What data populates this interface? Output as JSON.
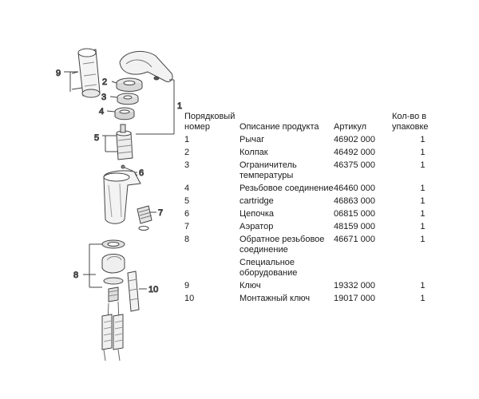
{
  "table": {
    "headers": {
      "number": "Порядковый номер",
      "description": "Описание продукта",
      "article": "Артикул",
      "quantity": "Кол-во в упаковке"
    },
    "rows": [
      {
        "number": "1",
        "description": "Рычаг",
        "article": "46902 000",
        "quantity": "1"
      },
      {
        "number": "2",
        "description": "Колпак",
        "article": "46492 000",
        "quantity": "1"
      },
      {
        "number": "3",
        "description": "Ограничитель температуры",
        "article": "46375 000",
        "quantity": "1"
      },
      {
        "number": "4",
        "description": "Резьбовое соединение",
        "article": "46460 000",
        "quantity": "1"
      },
      {
        "number": "5",
        "description": "cartridge",
        "article": "46863 000",
        "quantity": "1"
      },
      {
        "number": "6",
        "description": "Цепочка",
        "article": "06815 000",
        "quantity": "1"
      },
      {
        "number": "7",
        "description": "Аэратор",
        "article": "48159 000",
        "quantity": "1"
      },
      {
        "number": "8",
        "description": "Обратное резьбовое соединение",
        "article": "46671 000",
        "quantity": "1"
      }
    ],
    "section_label": "Специальное оборудование",
    "special_rows": [
      {
        "number": "9",
        "description": "Ключ",
        "article": "19332 000",
        "quantity": "1"
      },
      {
        "number": "10",
        "description": "Монтажный ключ",
        "article": "19017 000",
        "quantity": "1"
      }
    ]
  },
  "callouts": {
    "c1": "1",
    "c2": "2",
    "c3": "3",
    "c4": "4",
    "c5": "5",
    "c6": "6",
    "c7": "7",
    "c8": "8",
    "c9": "9",
    "c10": "10"
  }
}
